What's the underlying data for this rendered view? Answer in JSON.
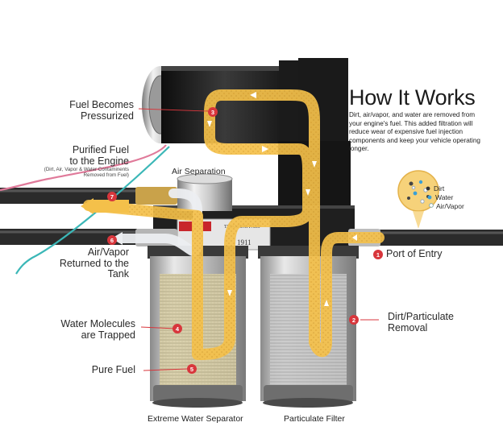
{
  "title": "How It Works",
  "description": "Dirt, air/vapor, and water are removed from your engine's fuel. This added filtration will reduce wear of expensive fuel injection components and keep your vehicle operating longer.",
  "legend": {
    "dirt": "Dirt",
    "water": "Water",
    "air_vapor": "Air/Vapor"
  },
  "steps": [
    {
      "number": "1",
      "label": "Port of Entry"
    },
    {
      "number": "2",
      "label_line1": "Dirt/Particulate",
      "label_line2": "Removal"
    },
    {
      "number": "3",
      "label_line1": "Fuel Becomes",
      "label_line2": "Pressurized"
    },
    {
      "number": "4",
      "label_line1": "Water Molecules",
      "label_line2": "are Trapped"
    },
    {
      "number": "5",
      "label": "Pure Fuel"
    },
    {
      "number": "6",
      "label_line1": "Air/Vapor",
      "label_line2": "Returned to the",
      "label_line3": "Tank"
    },
    {
      "number": "7",
      "label_line1": "Purified Fuel",
      "label_line2": "to the Engine",
      "note_line1": "(Dirt, Air, Vapor & Water Contaminents",
      "note_line2": "Removed from Fuel)"
    }
  ],
  "air_separation": "Air Separation",
  "captions": {
    "left_filter": "Extreme Water Separator",
    "right_filter": "Particulate Filter"
  },
  "housing_text": {
    "brand": "TITANIUM FASS",
    "plate_a": "S",
    "plate_b": "1911"
  },
  "colors": {
    "fuel_flow": "#f4c04a",
    "badge_red": "#d8363c",
    "air_flow": "#e8eaed",
    "housing_black": "#1a1a1a"
  }
}
